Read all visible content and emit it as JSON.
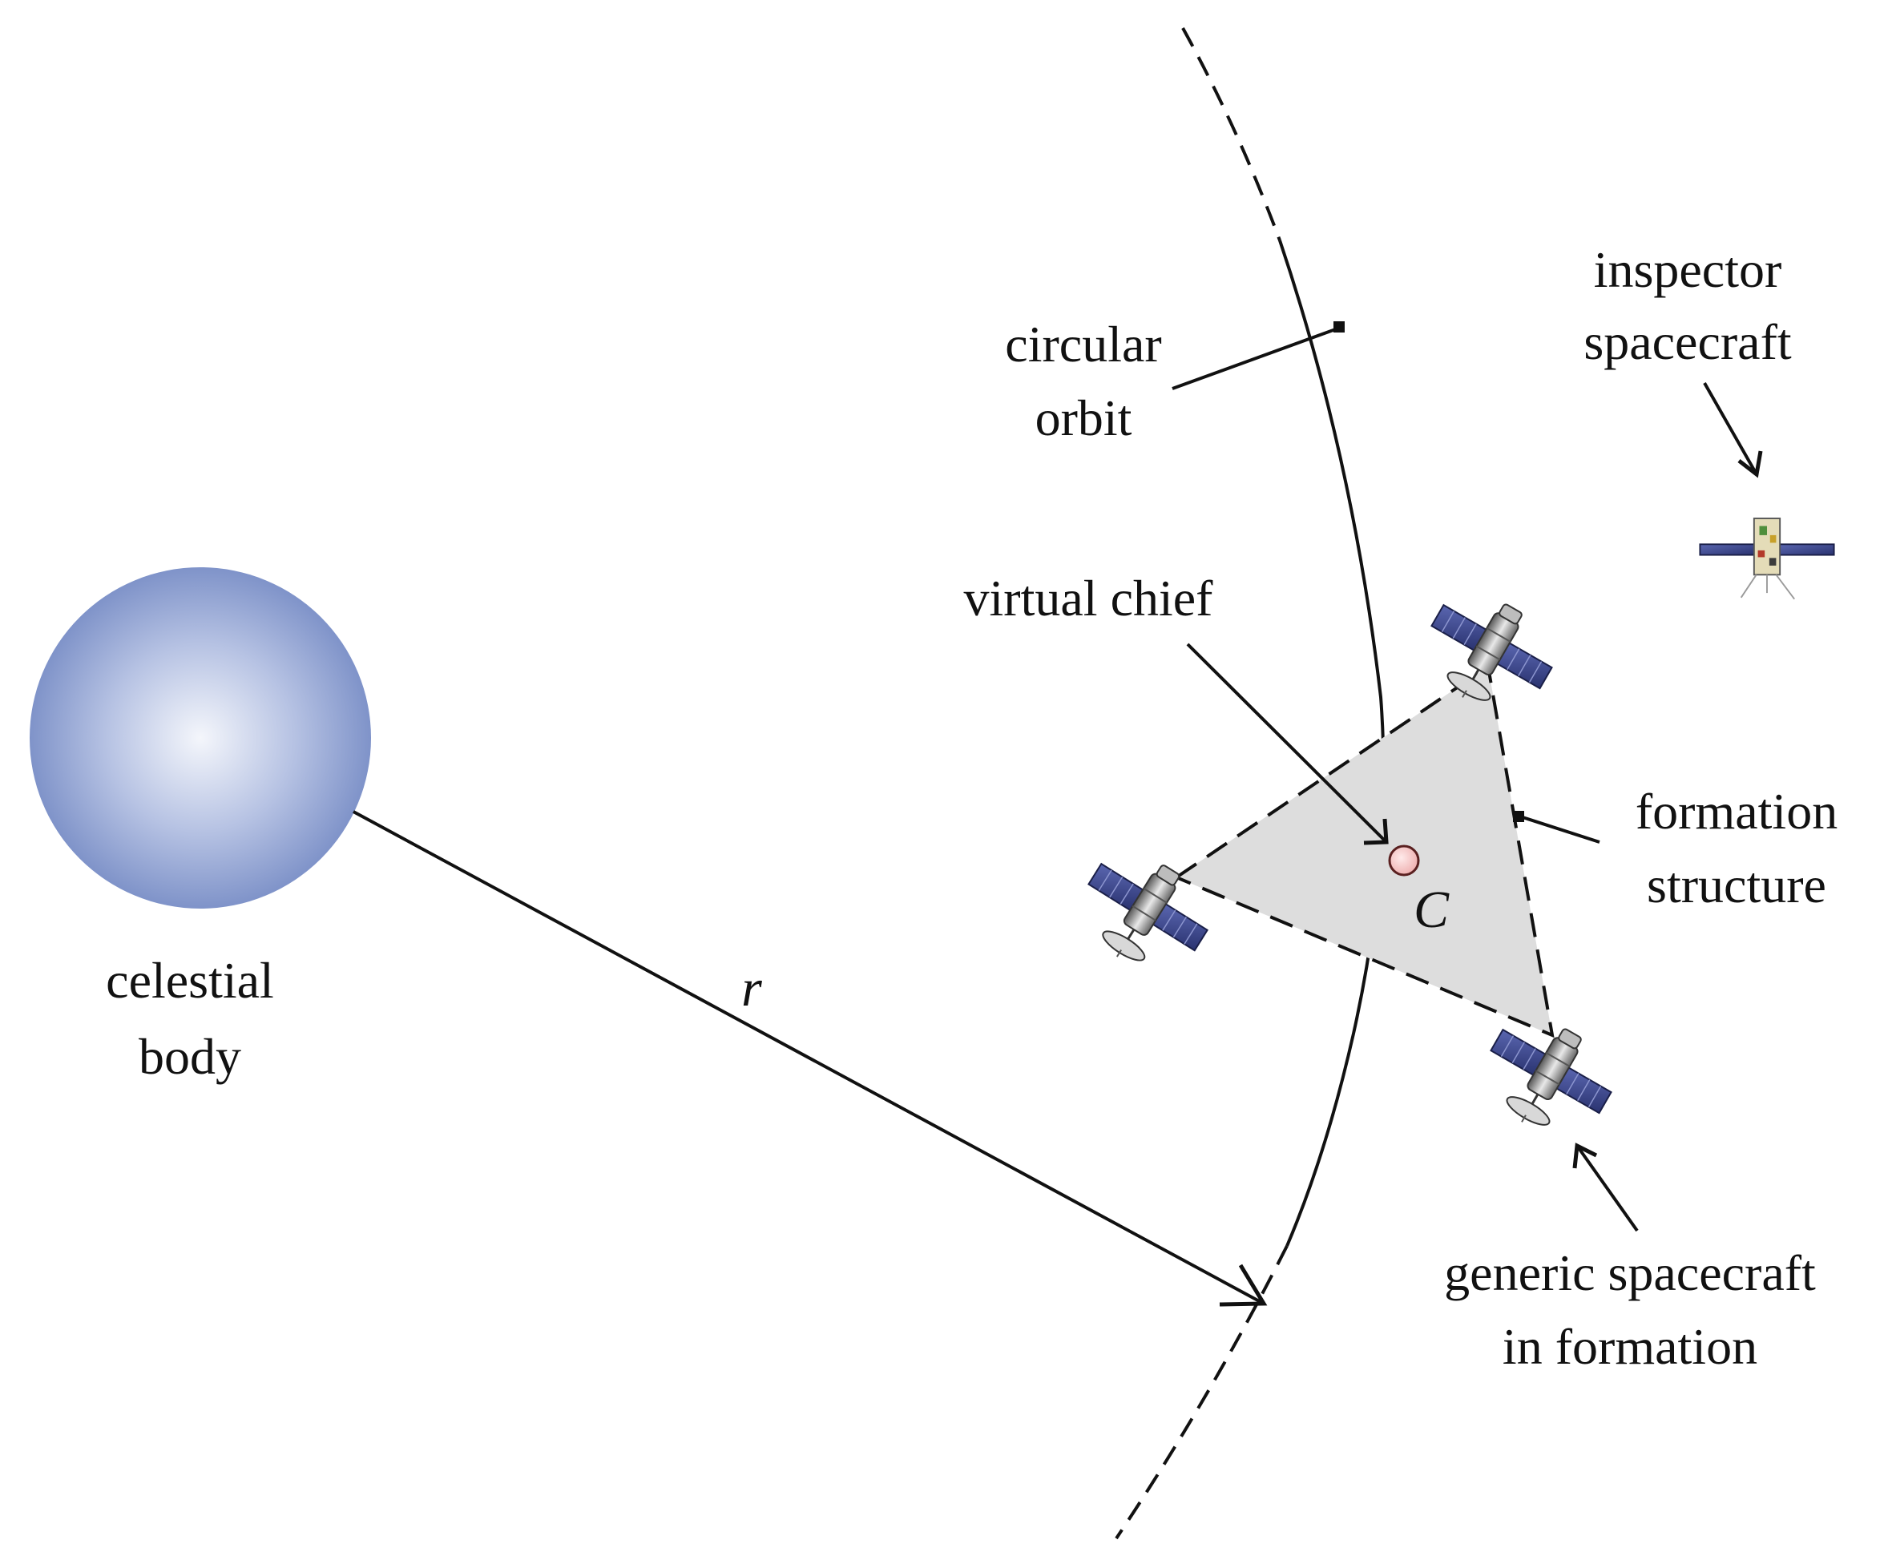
{
  "labels": {
    "celestial_body": [
      "celestial",
      "body"
    ],
    "circular_orbit": [
      "circular",
      "orbit"
    ],
    "inspector_spacecraft": [
      "inspector",
      "spacecraft"
    ],
    "virtual_chief": "virtual chief",
    "chief_symbol": "C",
    "radius_symbol": "r",
    "formation_structure": [
      "formation",
      "structure"
    ],
    "generic_spacecraft": [
      "generic spacecraft",
      "in formation"
    ]
  },
  "icons": {
    "body": "planet-sphere",
    "spacecraft": "satellite-icon"
  },
  "colors": {
    "planet_center": "#f4f6fb",
    "planet_edge": "#7f93c9",
    "formation_fill": "#dddddd",
    "chief_marker": "#f6c9c9",
    "panel": "#3c4790",
    "line": "#111111"
  }
}
